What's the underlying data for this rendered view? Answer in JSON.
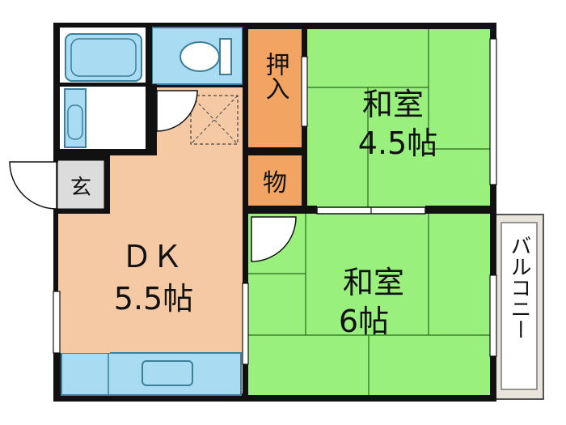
{
  "rooms": {
    "japanese_room_small": {
      "name": "和室",
      "size": "4.5帖"
    },
    "japanese_room_large": {
      "name": "和室",
      "size": "6帖"
    },
    "dining_kitchen": {
      "name": "ＤＫ",
      "size": "5.5帖"
    },
    "closet_oshiire": {
      "label": "押入"
    },
    "storage": {
      "label": "物"
    },
    "entrance": {
      "label": "玄"
    },
    "balcony": {
      "label": "バルコニー"
    }
  },
  "colors": {
    "wall": "#111111",
    "tatami": "#99f07d",
    "tatami_line": "#2b6a1e",
    "dk_floor": "#f4c9a4",
    "closet": "#f2a563",
    "fixture_blue": "#a9dcf2",
    "fixture_stroke": "#3c7f9a",
    "entrance": "#dcdcdc",
    "balcony": "#e9e4dc"
  }
}
